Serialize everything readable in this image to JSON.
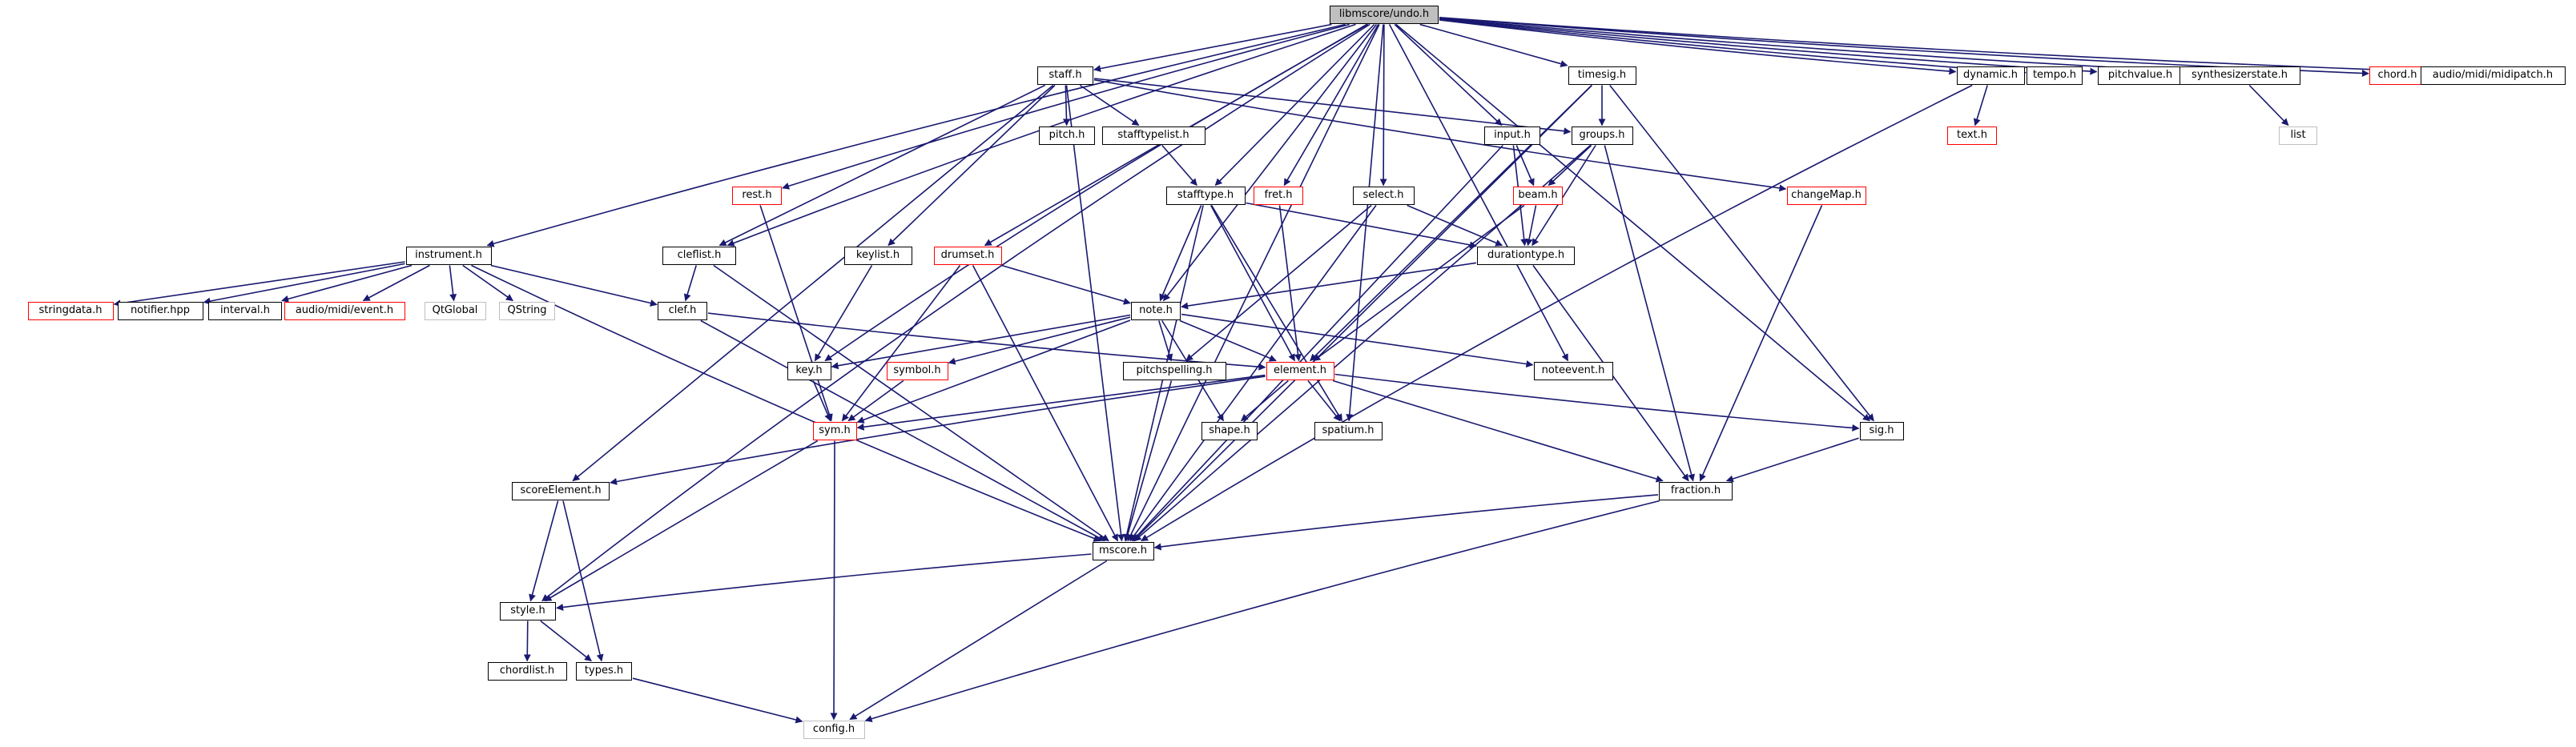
{
  "colors": {
    "edge": "#191970",
    "node_border": "#000000",
    "missing_border": "#ff0000",
    "system_border": "#bfbfbf",
    "root_fill": "#bfbfbf"
  },
  "nodes": [
    {
      "id": "undo",
      "label": "libmscore/undo.h",
      "kind": "root"
    },
    {
      "id": "staff",
      "label": "staff.h",
      "kind": "normal"
    },
    {
      "id": "timesig",
      "label": "timesig.h",
      "kind": "normal"
    },
    {
      "id": "dynamic",
      "label": "dynamic.h",
      "kind": "normal"
    },
    {
      "id": "tempo",
      "label": "tempo.h",
      "kind": "normal"
    },
    {
      "id": "pitchvalue",
      "label": "pitchvalue.h",
      "kind": "normal"
    },
    {
      "id": "synthesizerstate",
      "label": "synthesizerstate.h",
      "kind": "normal"
    },
    {
      "id": "chord",
      "label": "chord.h",
      "kind": "missing"
    },
    {
      "id": "midipatch",
      "label": "audio/midi/midipatch.h",
      "kind": "normal"
    },
    {
      "id": "pitch",
      "label": "pitch.h",
      "kind": "normal"
    },
    {
      "id": "stafftypelist",
      "label": "stafftypelist.h",
      "kind": "normal"
    },
    {
      "id": "input",
      "label": "input.h",
      "kind": "normal"
    },
    {
      "id": "groups",
      "label": "groups.h",
      "kind": "normal"
    },
    {
      "id": "text",
      "label": "text.h",
      "kind": "missing"
    },
    {
      "id": "list",
      "label": "list",
      "kind": "system"
    },
    {
      "id": "rest",
      "label": "rest.h",
      "kind": "missing"
    },
    {
      "id": "stafftype",
      "label": "stafftype.h",
      "kind": "normal"
    },
    {
      "id": "fret",
      "label": "fret.h",
      "kind": "missing"
    },
    {
      "id": "select",
      "label": "select.h",
      "kind": "normal"
    },
    {
      "id": "beam",
      "label": "beam.h",
      "kind": "missing"
    },
    {
      "id": "changemap",
      "label": "changeMap.h",
      "kind": "missing"
    },
    {
      "id": "instrument",
      "label": "instrument.h",
      "kind": "normal"
    },
    {
      "id": "cleflist",
      "label": "cleflist.h",
      "kind": "normal"
    },
    {
      "id": "keylist",
      "label": "keylist.h",
      "kind": "normal"
    },
    {
      "id": "drumset",
      "label": "drumset.h",
      "kind": "missing"
    },
    {
      "id": "durationtype",
      "label": "durationtype.h",
      "kind": "normal"
    },
    {
      "id": "stringdata",
      "label": "stringdata.h",
      "kind": "missing"
    },
    {
      "id": "notifier",
      "label": "notifier.hpp",
      "kind": "normal"
    },
    {
      "id": "interval",
      "label": "interval.h",
      "kind": "normal"
    },
    {
      "id": "midievent",
      "label": "audio/midi/event.h",
      "kind": "missing"
    },
    {
      "id": "qtglobal",
      "label": "QtGlobal",
      "kind": "system"
    },
    {
      "id": "qstring",
      "label": "QString",
      "kind": "system"
    },
    {
      "id": "clef",
      "label": "clef.h",
      "kind": "normal"
    },
    {
      "id": "note",
      "label": "note.h",
      "kind": "normal"
    },
    {
      "id": "key",
      "label": "key.h",
      "kind": "normal"
    },
    {
      "id": "symbol",
      "label": "symbol.h",
      "kind": "missing"
    },
    {
      "id": "pitchspelling",
      "label": "pitchspelling.h",
      "kind": "normal"
    },
    {
      "id": "element",
      "label": "element.h",
      "kind": "missing"
    },
    {
      "id": "noteevent",
      "label": "noteevent.h",
      "kind": "normal"
    },
    {
      "id": "sym",
      "label": "sym.h",
      "kind": "missing"
    },
    {
      "id": "shape",
      "label": "shape.h",
      "kind": "normal"
    },
    {
      "id": "spatium",
      "label": "spatium.h",
      "kind": "normal"
    },
    {
      "id": "sig",
      "label": "sig.h",
      "kind": "normal"
    },
    {
      "id": "scoreelement",
      "label": "scoreElement.h",
      "kind": "normal"
    },
    {
      "id": "fraction",
      "label": "fraction.h",
      "kind": "normal"
    },
    {
      "id": "mscore",
      "label": "mscore.h",
      "kind": "normal"
    },
    {
      "id": "style",
      "label": "style.h",
      "kind": "normal"
    },
    {
      "id": "chordlist",
      "label": "chordlist.h",
      "kind": "normal"
    },
    {
      "id": "types",
      "label": "types.h",
      "kind": "normal"
    },
    {
      "id": "config",
      "label": "config.h",
      "kind": "system"
    }
  ],
  "edges": [
    [
      "undo",
      "staff"
    ],
    [
      "undo",
      "timesig"
    ],
    [
      "undo",
      "dynamic"
    ],
    [
      "undo",
      "tempo"
    ],
    [
      "undo",
      "pitchvalue"
    ],
    [
      "undo",
      "synthesizerstate"
    ],
    [
      "undo",
      "chord"
    ],
    [
      "undo",
      "midipatch"
    ],
    [
      "undo",
      "input"
    ],
    [
      "undo",
      "rest"
    ],
    [
      "undo",
      "stafftype"
    ],
    [
      "undo",
      "fret"
    ],
    [
      "undo",
      "select"
    ],
    [
      "undo",
      "instrument"
    ],
    [
      "undo",
      "cleflist"
    ],
    [
      "undo",
      "key"
    ],
    [
      "undo",
      "drumset"
    ],
    [
      "undo",
      "note"
    ],
    [
      "undo",
      "noteevent"
    ],
    [
      "undo",
      "spatium"
    ],
    [
      "undo",
      "sig"
    ],
    [
      "undo",
      "mscore"
    ],
    [
      "undo",
      "style"
    ],
    [
      "staff",
      "pitch"
    ],
    [
      "staff",
      "stafftypelist"
    ],
    [
      "staff",
      "groups"
    ],
    [
      "staff",
      "changemap"
    ],
    [
      "staff",
      "cleflist"
    ],
    [
      "staff",
      "keylist"
    ],
    [
      "staff",
      "scoreelement"
    ],
    [
      "staff",
      "mscore"
    ],
    [
      "timesig",
      "groups"
    ],
    [
      "timesig",
      "element"
    ],
    [
      "timesig",
      "sig"
    ],
    [
      "timesig",
      "mscore"
    ],
    [
      "dynamic",
      "text"
    ],
    [
      "dynamic",
      "mscore"
    ],
    [
      "synthesizerstate",
      "list"
    ],
    [
      "stafftypelist",
      "stafftype"
    ],
    [
      "input",
      "beam"
    ],
    [
      "input",
      "durationtype"
    ],
    [
      "input",
      "mscore"
    ],
    [
      "groups",
      "beam"
    ],
    [
      "groups",
      "durationtype"
    ],
    [
      "groups",
      "fraction"
    ],
    [
      "groups",
      "mscore"
    ],
    [
      "rest",
      "sym"
    ],
    [
      "stafftype",
      "durationtype"
    ],
    [
      "stafftype",
      "note"
    ],
    [
      "stafftype",
      "element"
    ],
    [
      "stafftype",
      "spatium"
    ],
    [
      "stafftype",
      "mscore"
    ],
    [
      "fret",
      "element"
    ],
    [
      "select",
      "durationtype"
    ],
    [
      "select",
      "pitchspelling"
    ],
    [
      "select",
      "mscore"
    ],
    [
      "beam",
      "durationtype"
    ],
    [
      "beam",
      "element"
    ],
    [
      "changemap",
      "fraction"
    ],
    [
      "instrument",
      "stringdata"
    ],
    [
      "instrument",
      "notifier"
    ],
    [
      "instrument",
      "interval"
    ],
    [
      "instrument",
      "midievent"
    ],
    [
      "instrument",
      "qtglobal"
    ],
    [
      "instrument",
      "qstring"
    ],
    [
      "instrument",
      "clef"
    ],
    [
      "instrument",
      "mscore"
    ],
    [
      "cleflist",
      "clef"
    ],
    [
      "cleflist",
      "mscore"
    ],
    [
      "keylist",
      "key"
    ],
    [
      "drumset",
      "note"
    ],
    [
      "drumset",
      "sym"
    ],
    [
      "drumset",
      "mscore"
    ],
    [
      "durationtype",
      "note"
    ],
    [
      "durationtype",
      "fraction"
    ],
    [
      "clef",
      "element"
    ],
    [
      "clef",
      "mscore"
    ],
    [
      "note",
      "key"
    ],
    [
      "note",
      "symbol"
    ],
    [
      "note",
      "pitchspelling"
    ],
    [
      "note",
      "element"
    ],
    [
      "note",
      "noteevent"
    ],
    [
      "note",
      "sym"
    ],
    [
      "note",
      "shape"
    ],
    [
      "key",
      "sym"
    ],
    [
      "symbol",
      "sym"
    ],
    [
      "pitchspelling",
      "mscore"
    ],
    [
      "element",
      "sym"
    ],
    [
      "element",
      "shape"
    ],
    [
      "element",
      "spatium"
    ],
    [
      "element",
      "sig"
    ],
    [
      "element",
      "scoreelement"
    ],
    [
      "element",
      "fraction"
    ],
    [
      "sym",
      "style"
    ],
    [
      "sym",
      "config"
    ],
    [
      "sig",
      "fraction"
    ],
    [
      "scoreelement",
      "style"
    ],
    [
      "scoreelement",
      "types"
    ],
    [
      "fraction",
      "mscore"
    ],
    [
      "fraction",
      "config"
    ],
    [
      "mscore",
      "style"
    ],
    [
      "mscore",
      "config"
    ],
    [
      "style",
      "chordlist"
    ],
    [
      "style",
      "types"
    ],
    [
      "types",
      "config"
    ]
  ]
}
